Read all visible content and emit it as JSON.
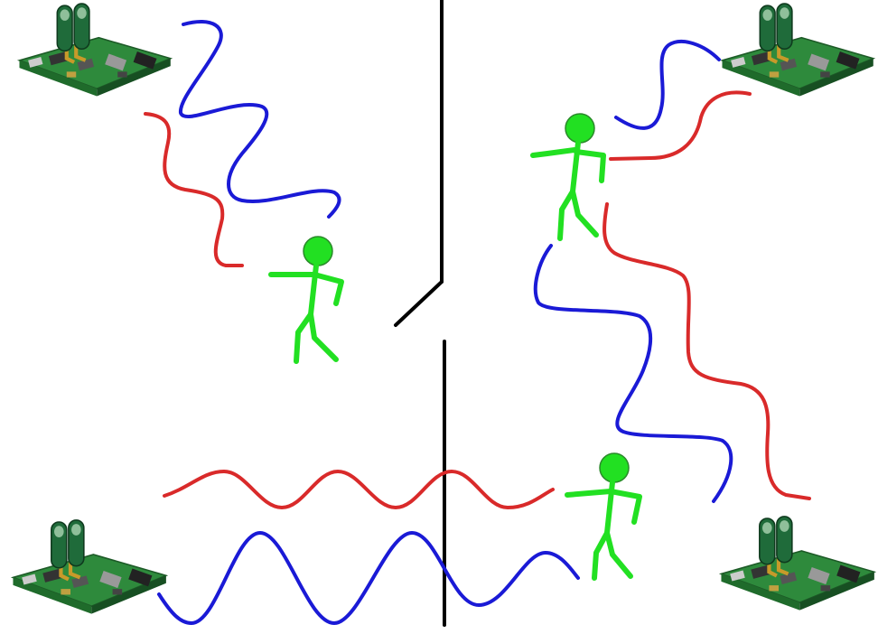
{
  "colors": {
    "wave_red": "#d92a2a",
    "wave_blue": "#1a1ad6",
    "wall": "#000000",
    "person": "#22e022",
    "person_outline": "#2a8a2a",
    "board_pcb": "#2e8a3c",
    "antenna": "#1f6b3a",
    "antenna_base": "#c89a2a"
  },
  "icons": {
    "router": "wireless-router-board-icon",
    "person": "stick-figure-person-icon"
  },
  "scene": {
    "routers": [
      "top-left",
      "top-right",
      "bottom-left",
      "bottom-right"
    ],
    "people": [
      "upper-left-room",
      "upper-right-room",
      "lower-right-room"
    ],
    "wave_colors": [
      "red",
      "blue"
    ]
  }
}
